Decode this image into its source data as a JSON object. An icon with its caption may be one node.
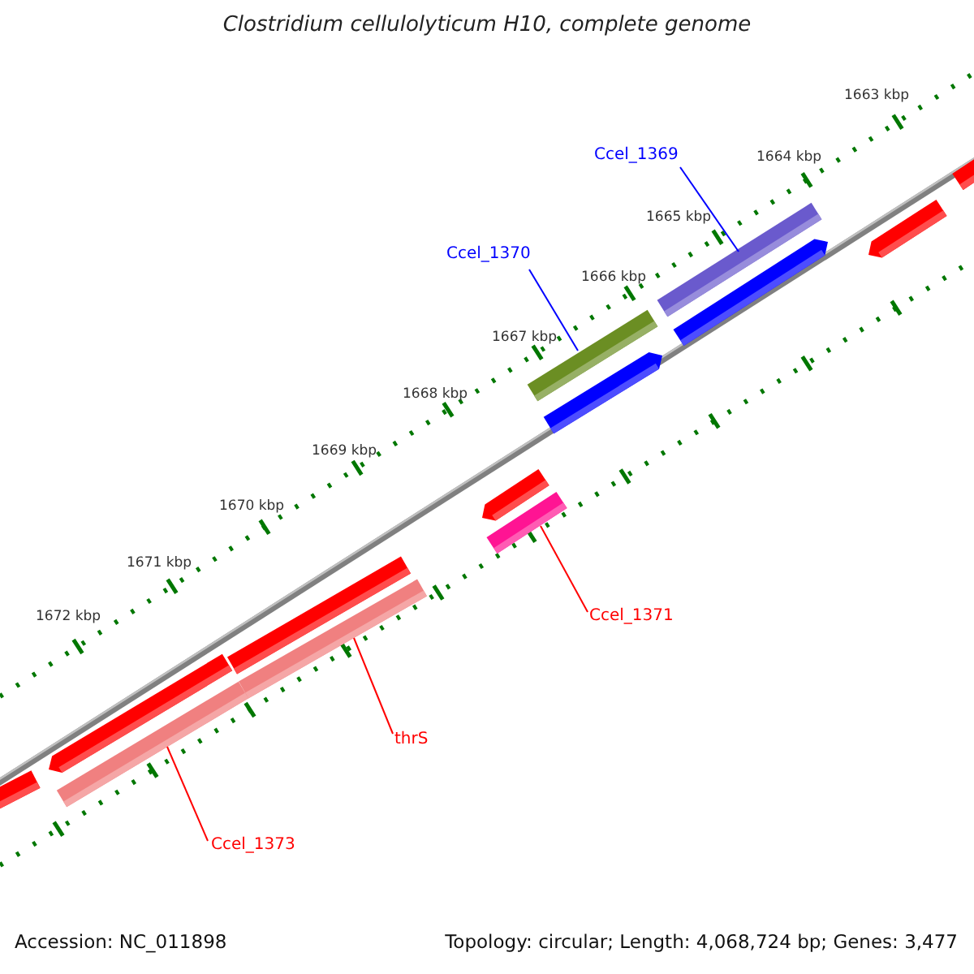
{
  "diagram": {
    "title": "Clostridium cellulolyticum H10, complete genome",
    "nodes": [
      {
        "text": [
          "Ccel_1369"
        ]
      },
      {
        "text": [],
        "shape": "bar"
      },
      {
        "text": [
          "Ccel_1370"
        ]
      },
      {
        "text": [],
        "shape": "bar"
      },
      {
        "text": [],
        "shape": "bar"
      },
      {
        "text": [
          "Ccel_1371"
        ]
      },
      {
        "text": [],
        "shape": "bar"
      },
      {
        "text": [
          "thrS"
        ]
      },
      {
        "text": [],
        "shape": "bar"
      },
      {
        "text": [
          "Ccel_1373"
        ]
      }
    ],
    "edges": [
      {
        "from": 0,
        "to": 1,
        "arrow": "none",
        "color": "#0000ff"
      },
      {
        "from": 2,
        "to": 3,
        "arrow": "none",
        "color": "#0000ff"
      },
      {
        "from": 5,
        "to": 4,
        "arrow": "none"
      },
      {
        "from": 7,
        "to": 6,
        "arrow": "none"
      },
      {
        "from": 9,
        "to": 8,
        "arrow": "none"
      }
    ],
    "labels": [
      "1663 kbp",
      "1664 kbp",
      "1665 kbp",
      "1666 kbp",
      "1667 kbp",
      "1668 kbp",
      "1669 kbp",
      "1670 kbp",
      "1671 kbp",
      "1672 kbp",
      "Accession: NC_011898",
      "Topology: circular; Length: 4,068,724 bp; Genes: 3,477"
    ]
  }
}
